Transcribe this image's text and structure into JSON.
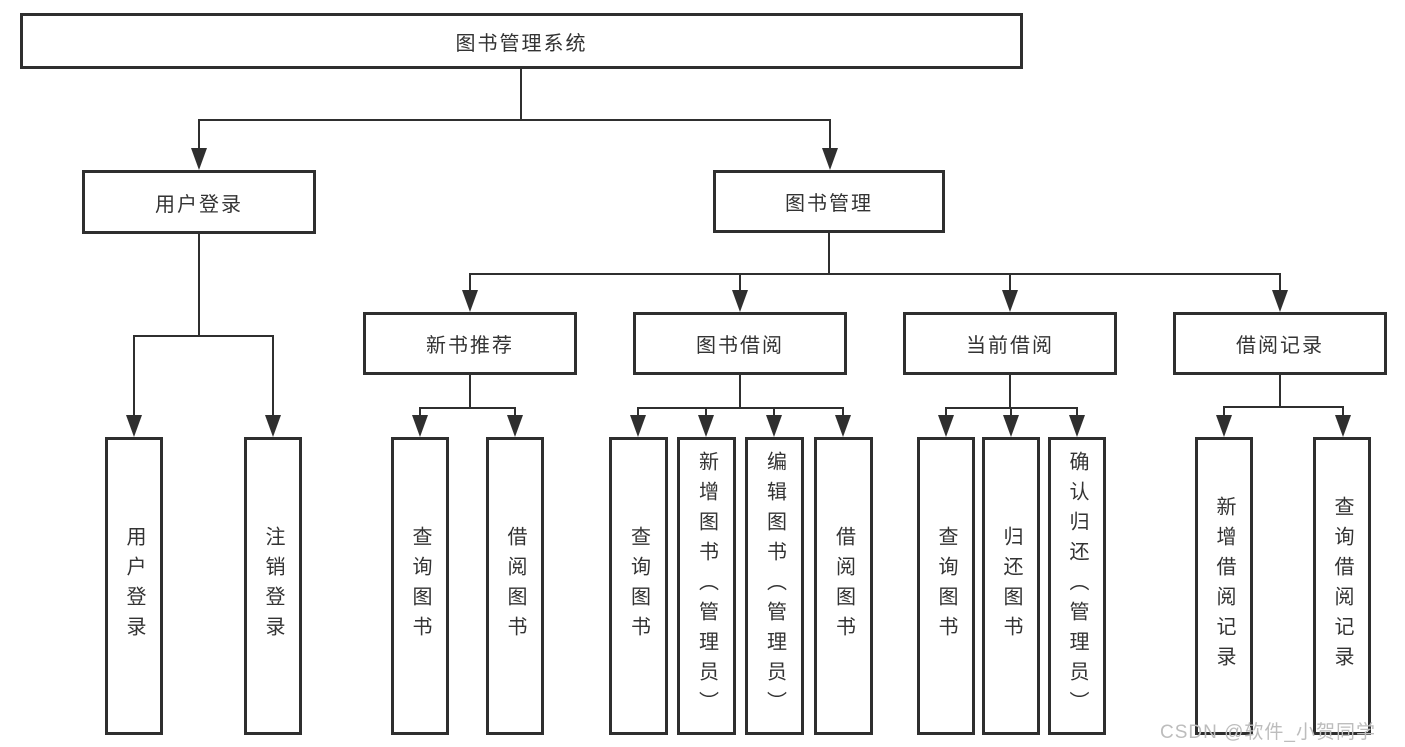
{
  "diagram_type": "hierarchy-tree",
  "colors": {
    "line": "#2f2f2f",
    "box_border": "#2f2f2f",
    "box_fill": "#ffffff",
    "text": "#333333",
    "watermark": "#bdbdbd"
  },
  "tree": {
    "label": "图书管理系统",
    "children": [
      {
        "label": "用户登录",
        "children": [
          {
            "label": "用户登录"
          },
          {
            "label": "注销登录"
          }
        ]
      },
      {
        "label": "图书管理",
        "children": [
          {
            "label": "新书推荐",
            "children": [
              {
                "label": "查询图书"
              },
              {
                "label": "借阅图书"
              }
            ]
          },
          {
            "label": "图书借阅",
            "children": [
              {
                "label": "查询图书"
              },
              {
                "label": "新增图书（管理员）"
              },
              {
                "label": "编辑图书（管理员）"
              },
              {
                "label": "借阅图书"
              }
            ]
          },
          {
            "label": "当前借阅",
            "children": [
              {
                "label": "查询图书"
              },
              {
                "label": "归还图书"
              },
              {
                "label": "确认归还（管理员）"
              }
            ]
          },
          {
            "label": "借阅记录",
            "children": [
              {
                "label": "新增借阅记录"
              },
              {
                "label": "查询借阅记录"
              }
            ]
          }
        ]
      }
    ]
  },
  "watermark": "CSDN @软件_小贺同学"
}
